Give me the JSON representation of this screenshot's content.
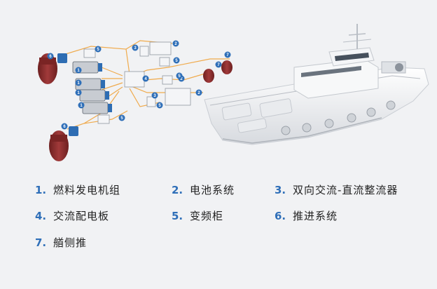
{
  "diagram": {
    "legend": [
      {
        "num": "1.",
        "label": "燃料发电机组"
      },
      {
        "num": "2.",
        "label": "电池系统"
      },
      {
        "num": "3.",
        "label": "双向交流-直流整流器"
      },
      {
        "num": "4.",
        "label": "交流配电板"
      },
      {
        "num": "5.",
        "label": "变频柜"
      },
      {
        "num": "6.",
        "label": "推进系统"
      },
      {
        "num": "7.",
        "label": "艏侧推"
      }
    ],
    "badges": [
      "1",
      "1",
      "1",
      "1",
      "2",
      "2",
      "2",
      "3",
      "3",
      "4",
      "5",
      "5",
      "5",
      "5",
      "5",
      "6",
      "6",
      "7",
      "7"
    ],
    "colors": {
      "accent": "#2f6fb8",
      "cable": "#f0a33a",
      "thruster": "#8b2a2a",
      "motor": "#2e6db3"
    }
  }
}
